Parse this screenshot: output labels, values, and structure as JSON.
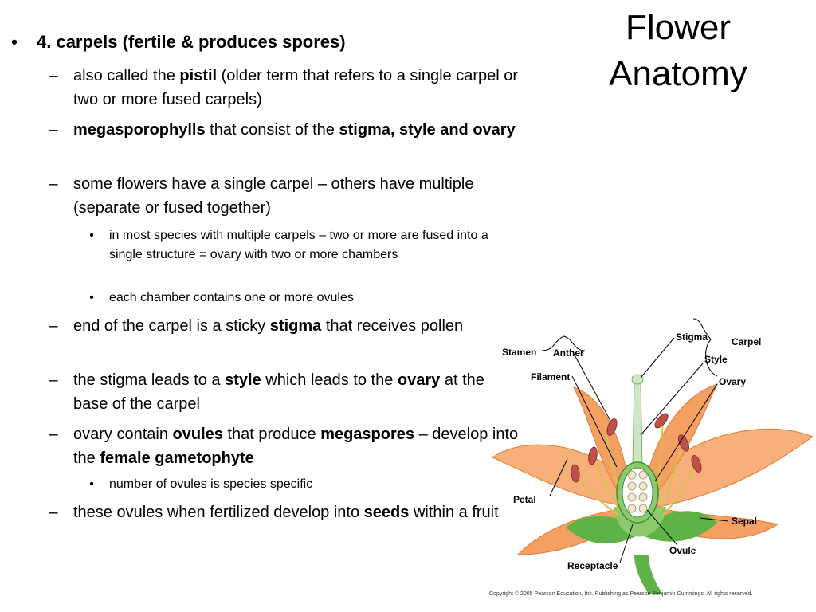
{
  "slide": {
    "title": "Flower Anatomy",
    "bullets": [
      {
        "level": 1,
        "marker": "•",
        "runs": [
          {
            "t": "4. carpels (fertile & produces spores)",
            "b": true
          }
        ]
      },
      {
        "level": 2,
        "marker": "–",
        "runs": [
          {
            "t": "also called the ",
            "b": false
          },
          {
            "t": "pistil",
            "b": true
          },
          {
            "t": " (older term that refers to a single carpel or two or more fused carpels)",
            "b": false
          }
        ]
      },
      {
        "level": 2,
        "marker": "–",
        "runs": [
          {
            "t": "megasporophylls",
            "b": true
          },
          {
            "t": " that consist of the ",
            "b": false
          },
          {
            "t": "stigma, style and ovary",
            "b": true
          }
        ]
      },
      {
        "level": 2,
        "marker": "–",
        "runs": [
          {
            "t": "some flowers have a single carpel – others have multiple (separate or fused together)",
            "b": false
          }
        ]
      },
      {
        "level": 3,
        "marker": "•",
        "runs": [
          {
            "t": "in most species with multiple carpels – two or more are fused into a single structure = ovary with two or more chambers",
            "b": false
          }
        ]
      },
      {
        "level": 3,
        "marker": "•",
        "runs": [
          {
            "t": "each chamber contains one or more ovules",
            "b": false
          }
        ]
      },
      {
        "level": 2,
        "marker": "–",
        "runs": [
          {
            "t": "end of the carpel is a sticky ",
            "b": false
          },
          {
            "t": "stigma",
            "b": true
          },
          {
            "t": " that receives pollen",
            "b": false
          }
        ]
      },
      {
        "level": 2,
        "marker": "–",
        "runs": [
          {
            "t": "the stigma leads to a ",
            "b": false
          },
          {
            "t": "style",
            "b": true
          },
          {
            "t": " which leads to the ",
            "b": false
          },
          {
            "t": "ovary",
            "b": true
          },
          {
            "t": " at the base of the carpel",
            "b": false
          }
        ]
      },
      {
        "level": 2,
        "marker": "–",
        "runs": [
          {
            "t": "ovary contain ",
            "b": false
          },
          {
            "t": "ovules",
            "b": true
          },
          {
            "t": " that produce ",
            "b": false
          },
          {
            "t": "megaspores",
            "b": true
          },
          {
            "t": " – develop into the ",
            "b": false
          },
          {
            "t": "female gametophyte",
            "b": true
          }
        ]
      },
      {
        "level": 3,
        "marker": "•",
        "runs": [
          {
            "t": "number of ovules is species specific",
            "b": false
          }
        ]
      },
      {
        "level": 2,
        "marker": "–",
        "runs": [
          {
            "t": "these ovules when fertilized develop into ",
            "b": false
          },
          {
            "t": "seeds",
            "b": true
          },
          {
            "t": " within a fruit",
            "b": false
          }
        ]
      }
    ]
  },
  "diagram": {
    "labels": {
      "stigma": "Stigma",
      "carpel": "Carpel",
      "stamen": "Stamen",
      "anther": "Anther",
      "style": "Style",
      "filament": "Filament",
      "ovary": "Ovary",
      "petal": "Petal",
      "sepal": "Sepal",
      "ovule": "Ovule",
      "receptacle": "Receptacle"
    },
    "copyright": "Copyright © 2005 Pearson Education, Inc. Publishing as Pearson Benjamin Cummings. All rights reserved.",
    "colors": {
      "petal": "#f4a062",
      "petal_dark": "#e07b35",
      "sepal": "#5fb346",
      "receptacle": "#8cc96f",
      "style": "#cfe6c4",
      "anther": "#c0504d",
      "ovule": "#efe7cf"
    }
  }
}
